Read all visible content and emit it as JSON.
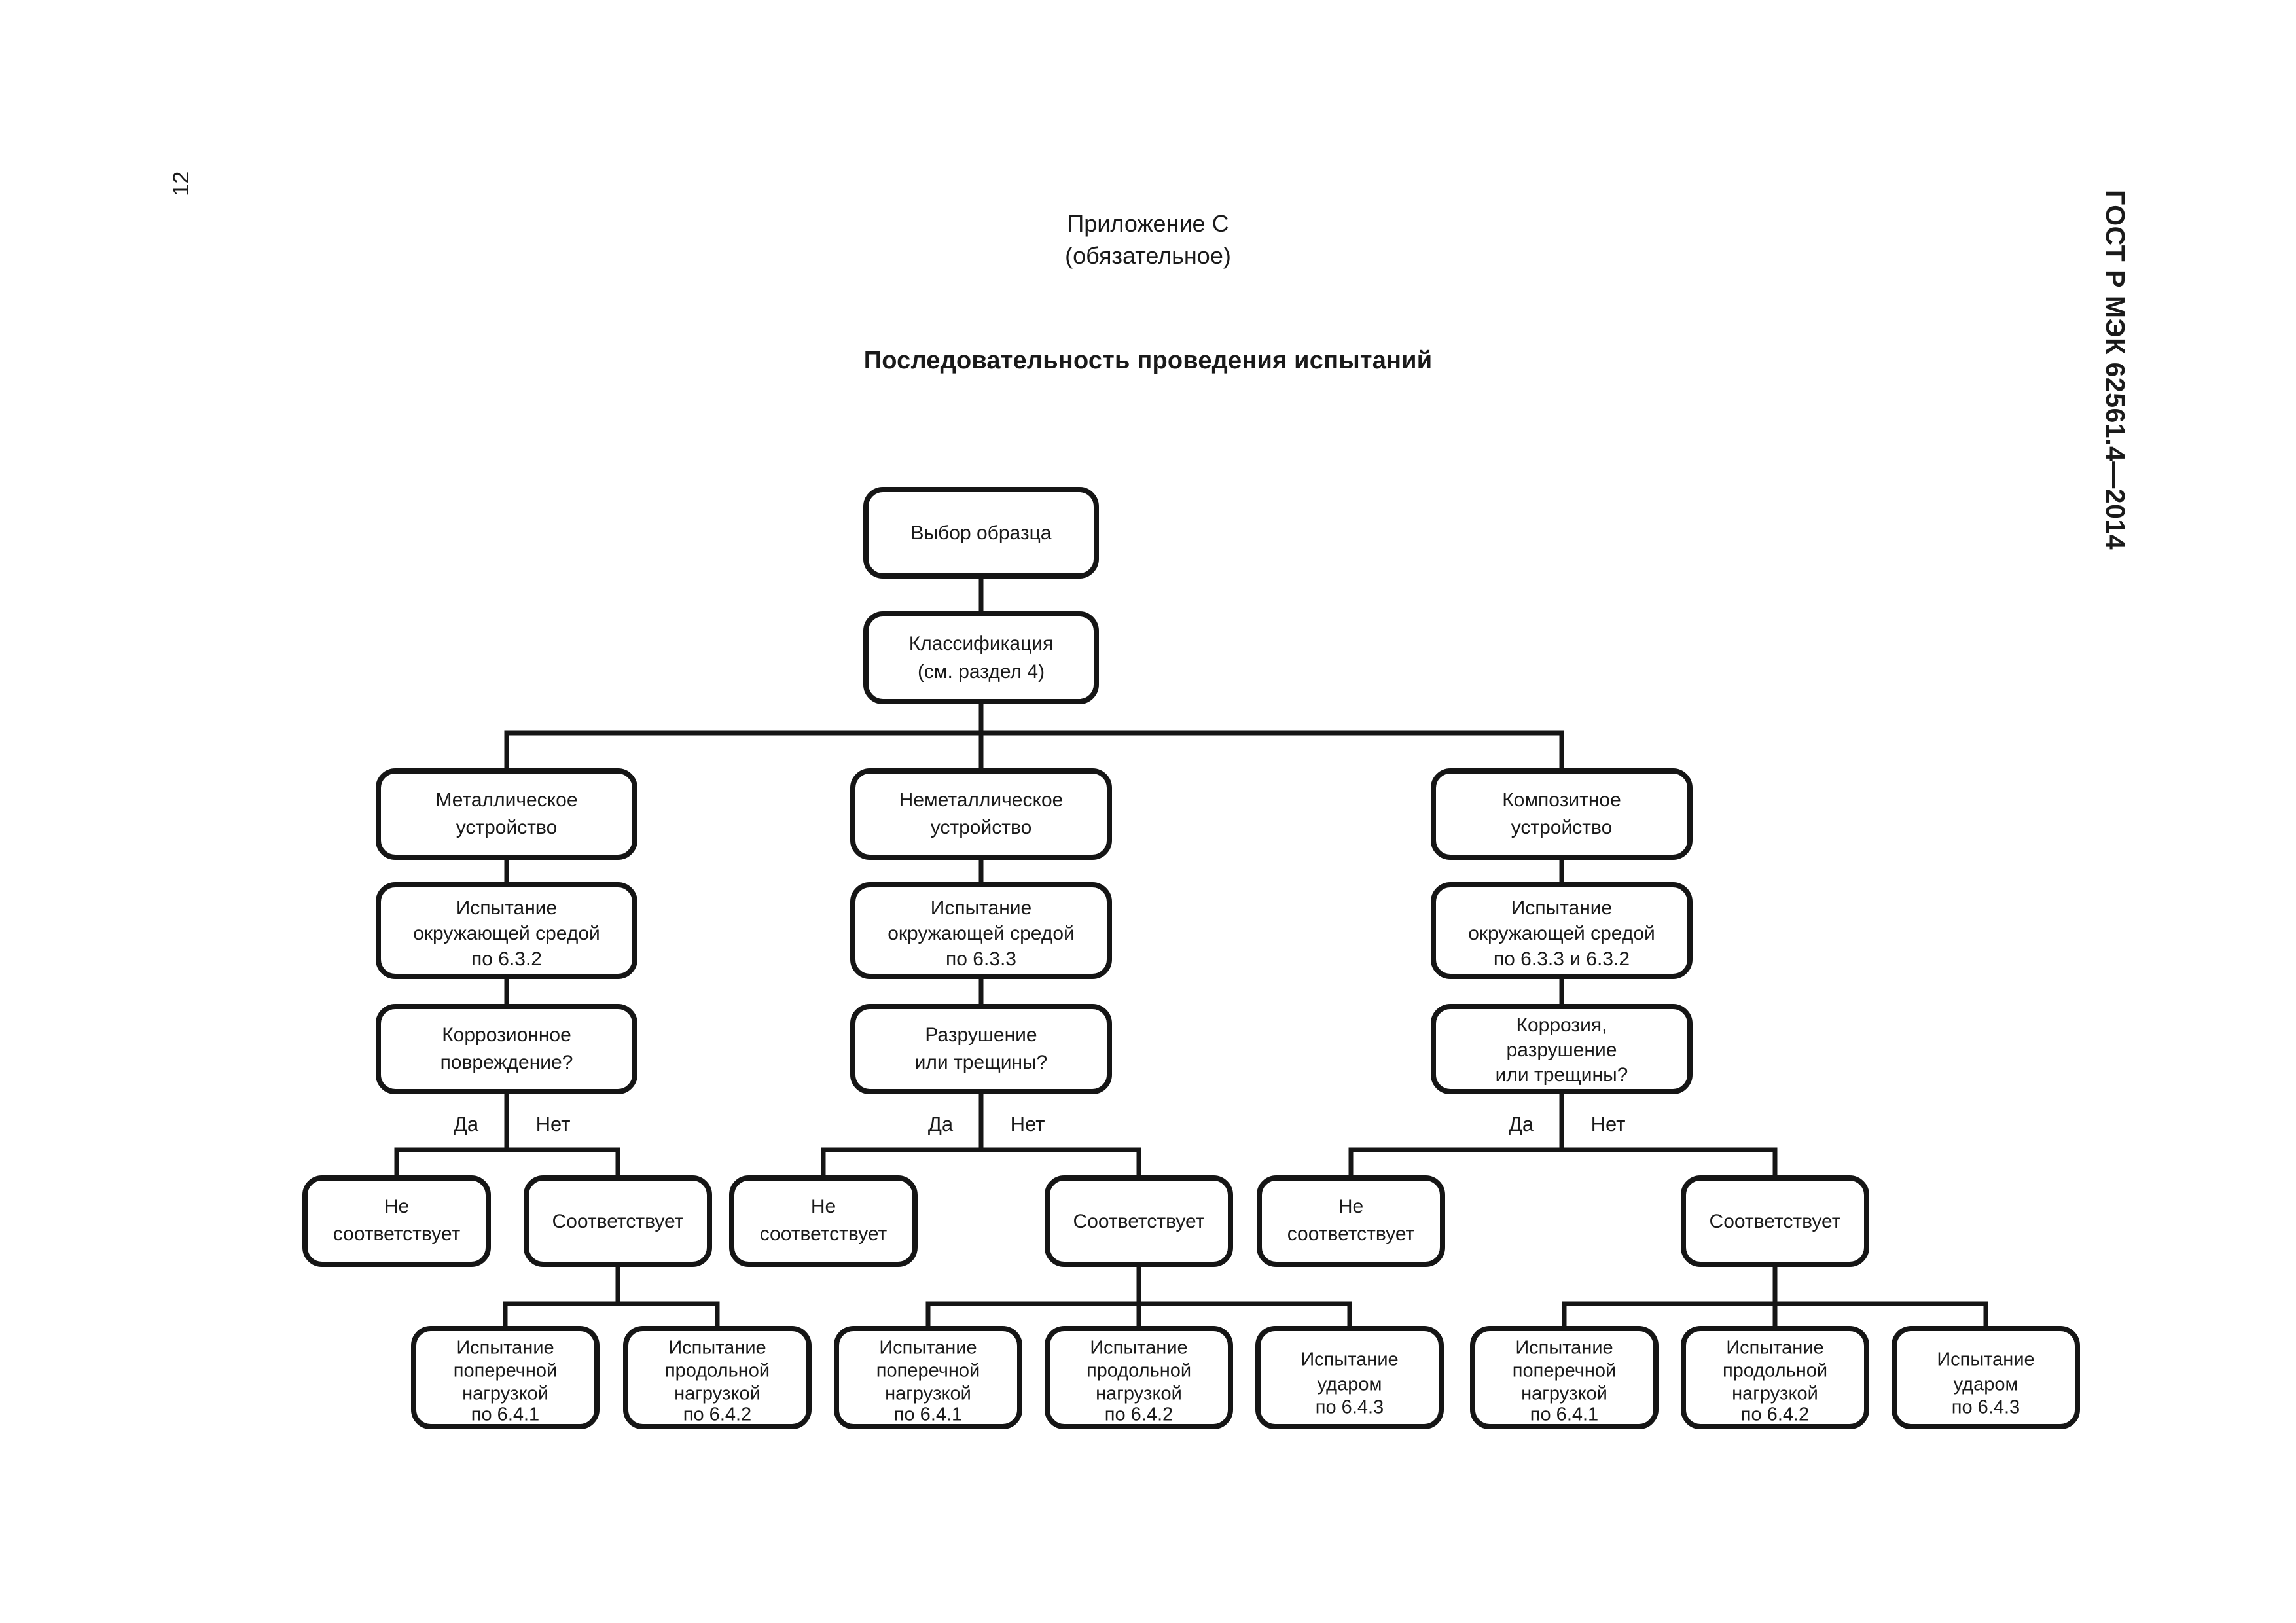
{
  "page": {
    "number": "12",
    "standard_ref": "ГОСТ Р МЭК 62561.4—2014"
  },
  "annex": {
    "line1": "Приложение С",
    "line2": "(обязательное)"
  },
  "chart_title": "Последовательность проведения испытаний",
  "edge_labels": {
    "yes": "Да",
    "no": "Нет"
  },
  "nodes": {
    "start": {
      "lines": [
        "Выбор образца"
      ]
    },
    "classify": {
      "lines": [
        "Классификация",
        "(см. раздел 4)"
      ]
    },
    "dev_metal": {
      "lines": [
        "Металлическое",
        "устройство"
      ]
    },
    "dev_nonmetal": {
      "lines": [
        "Неметаллическое",
        "устройство"
      ]
    },
    "dev_composite": {
      "lines": [
        "Композитное",
        "устройство"
      ]
    },
    "env_metal": {
      "lines": [
        "Испытание",
        "окружающей средой",
        "по 6.3.2"
      ]
    },
    "env_nonmetal": {
      "lines": [
        "Испытание",
        "окружающей средой",
        "по 6.3.3"
      ]
    },
    "env_composite": {
      "lines": [
        "Испытание",
        "окружающей средой",
        "по 6.3.3 и 6.3.2"
      ]
    },
    "q_metal": {
      "lines": [
        "Коррозионное",
        "повреждение?"
      ]
    },
    "q_nonmetal": {
      "lines": [
        "Разрушение",
        "или трещины?"
      ]
    },
    "q_composite": {
      "lines": [
        "Коррозия,",
        "разрушение",
        "или трещины?"
      ]
    },
    "fail_metal": {
      "lines": [
        "Не",
        "соответствует"
      ]
    },
    "pass_metal": {
      "lines": [
        "Соответствует"
      ]
    },
    "fail_nonmetal": {
      "lines": [
        "Не",
        "соответствует"
      ]
    },
    "pass_nonmetal": {
      "lines": [
        "Соответствует"
      ]
    },
    "fail_composite": {
      "lines": [
        "Не",
        "соответствует"
      ]
    },
    "pass_composite": {
      "lines": [
        "Соответствует"
      ]
    },
    "t1": {
      "lines": [
        "Испытание",
        "поперечной",
        "нагрузкой",
        "по 6.4.1"
      ]
    },
    "t2": {
      "lines": [
        "Испытание",
        "продольной",
        "нагрузкой",
        "по 6.4.2"
      ]
    },
    "t3": {
      "lines": [
        "Испытание",
        "поперечной",
        "нагрузкой",
        "по 6.4.1"
      ]
    },
    "t4": {
      "lines": [
        "Испытание",
        "продольной",
        "нагрузкой",
        "по 6.4.2"
      ]
    },
    "t5": {
      "lines": [
        "Испытание",
        "ударом",
        "по 6.4.3"
      ]
    },
    "t6": {
      "lines": [
        "Испытание",
        "поперечной",
        "нагрузкой",
        "по 6.4.1"
      ]
    },
    "t7": {
      "lines": [
        "Испытание",
        "продольной",
        "нагрузкой",
        "по 6.4.2"
      ]
    },
    "t8": {
      "lines": [
        "Испытание",
        "ударом",
        "по 6.4.3"
      ]
    }
  }
}
